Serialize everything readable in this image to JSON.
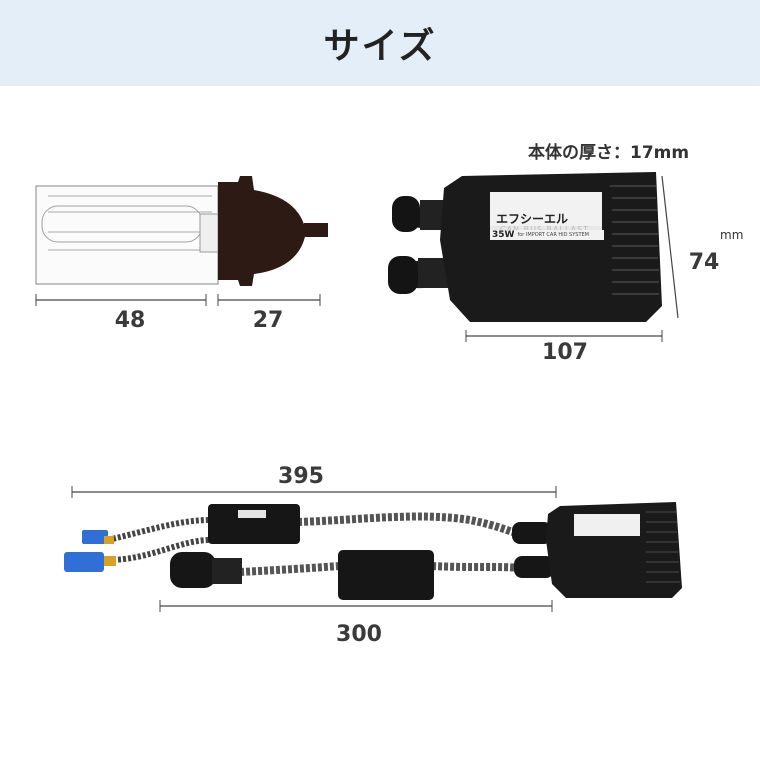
{
  "header": {
    "title": "サイズ"
  },
  "bulb": {
    "length_a": "48",
    "length_b": "27"
  },
  "ballast": {
    "thickness_note": "本体の厚さ：17mm",
    "unit": "mm",
    "height": "74",
    "width": "107",
    "brand": "エフシーエル",
    "model_line": "CAN BUS BALLAST",
    "watt": "35W",
    "watt_sub": "for IMPORT CAR HID SYSTEM"
  },
  "cable": {
    "total_length": "395",
    "sub_length": "300"
  },
  "colors": {
    "header_bg": "#e3eef8",
    "dim_text": "#3a3a3a",
    "bulb_base": "#2e1a14",
    "connector_blue": "#2f6fd6"
  }
}
